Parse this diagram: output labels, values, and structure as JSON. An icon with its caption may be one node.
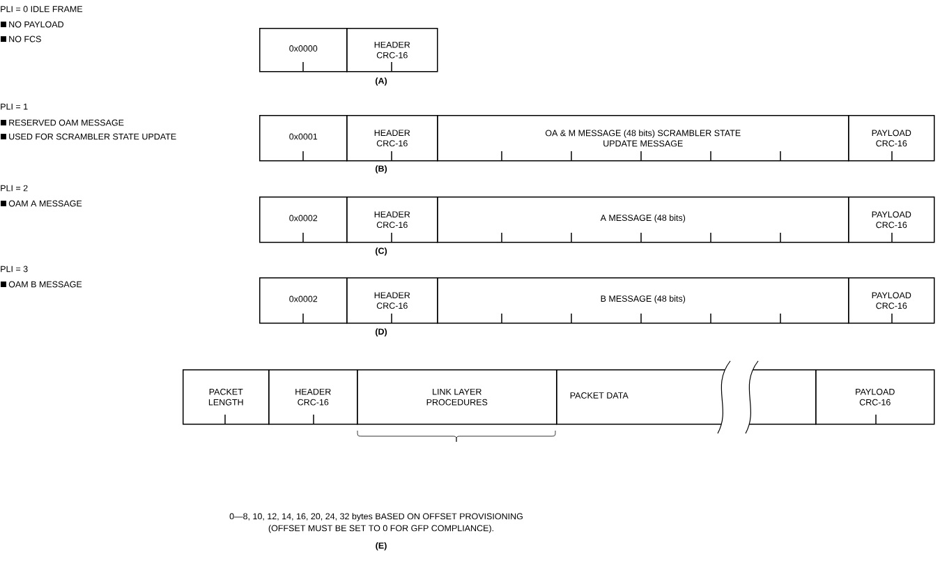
{
  "diagram": {
    "nodes": [
      {
        "text": [
          "0x0000"
        ]
      },
      {
        "text": [
          "HEADER CRC-16"
        ]
      },
      {
        "text": [
          "0x0001"
        ]
      },
      {
        "text": [
          "HEADER CRC-16"
        ]
      },
      {
        "text": [
          "OA & M MESSAGE (48 bits) SCRAMBLER STATE UPDATE MESSAGE"
        ]
      },
      {
        "text": [
          "PAYLOAD CRC-16"
        ]
      },
      {
        "text": [
          "0x0002"
        ]
      },
      {
        "text": [
          "HEADER CRC-16"
        ]
      },
      {
        "text": [
          "A MESSAGE (48 bits)"
        ]
      },
      {
        "text": [
          "PAYLOAD CRC-16"
        ]
      },
      {
        "text": [
          "0x0002"
        ]
      },
      {
        "text": [
          "HEADER CRC-16"
        ]
      },
      {
        "text": [
          "B MESSAGE (48 bits)"
        ]
      },
      {
        "text": [
          "PAYLOAD CRC-16"
        ]
      },
      {
        "text": [
          "PACKET LENGTH"
        ]
      },
      {
        "text": [
          "HEADER CRC-16"
        ]
      },
      {
        "text": [
          "LINK LAYER PROCEDURES"
        ]
      },
      {
        "text": [
          "PACKET DATA"
        ]
      },
      {
        "text": [
          "PAYLOAD CRC-16"
        ]
      }
    ],
    "edges": [],
    "labels": [
      "PLI = 0 IDLE FRAME",
      "NO PAYLOAD",
      "NO FCS",
      "(A)",
      "PLI = 1",
      "RESERVED OAM MESSAGE",
      "USED FOR SCRAMBLER STATE UPDATE",
      "(B)",
      "PLI = 2",
      "OAM A MESSAGE",
      "(C)",
      "PLI = 3",
      "OAM B MESSAGE",
      "(D)",
      "0—8, 10, 12, 14, 16, 20, 24, 32 bytes BASED ON OFFSET PROVISIONING",
      "(OFFSET MUST BE SET TO 0 FOR GFP COMPLIANCE).",
      "(E)"
    ]
  }
}
